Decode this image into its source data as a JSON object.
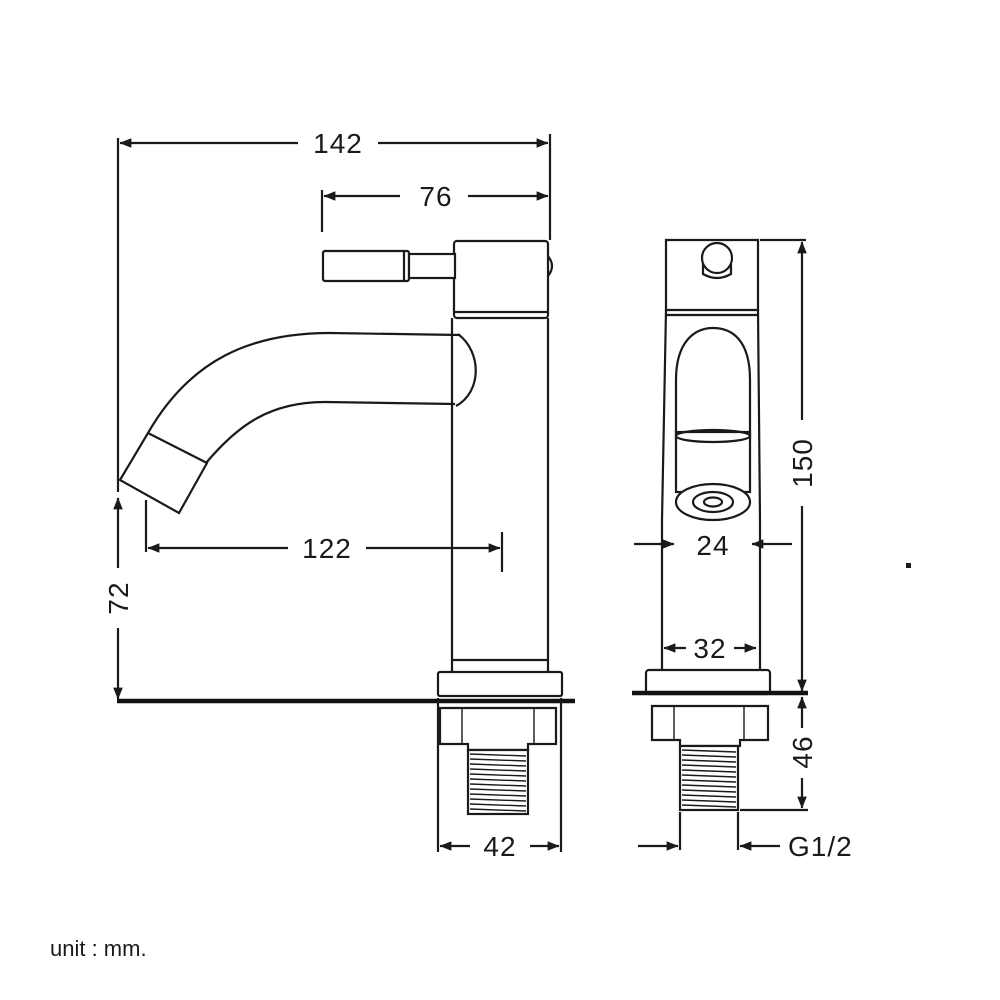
{
  "dimensions": {
    "overall_width": "142",
    "handle_reach": "76",
    "spout_reach": "122",
    "spout_height": "72",
    "base_diameter": "42",
    "body_height": "150",
    "outlet_diameter": "24",
    "body_diameter": "32",
    "shank_length": "46",
    "thread": "G1/2"
  },
  "unit_label": "unit : mm."
}
